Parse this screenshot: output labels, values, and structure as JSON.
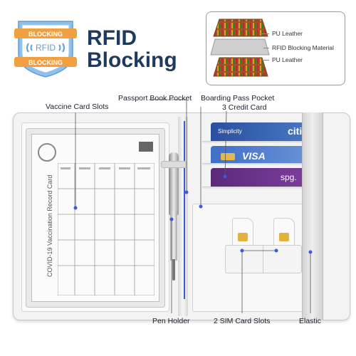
{
  "badge": {
    "top_text": "BLOCKING",
    "center_text": "RFID",
    "bottom_text": "BLOCKING"
  },
  "headline": {
    "line1": "RFID",
    "line2": "Blocking"
  },
  "layers": {
    "items": [
      "PU Leather",
      "RFID Blocking Material",
      "PU Leather"
    ]
  },
  "callouts": {
    "vaccine": "Vaccine Card Slots",
    "passport": "Passport Book Pocket",
    "boarding": "Boarding Pass Pocket",
    "credit": "3 Credit Card",
    "pen": "Pen Holder",
    "sim": "2 SIM Card Slots",
    "elastic": "Elastic"
  },
  "cards": {
    "card1_brand": "Simplicity",
    "card1_logo": "citi",
    "card2_brand": "VISA",
    "card3_brand": "spg."
  },
  "vaccine_card": {
    "title": "COVID-19 Vaccination Record Card"
  },
  "colors": {
    "accent_blue": "#3a5bd9",
    "badge_orange": "#f0a040",
    "badge_blue": "#7fb6e6",
    "headline": "#1f3a5f"
  }
}
